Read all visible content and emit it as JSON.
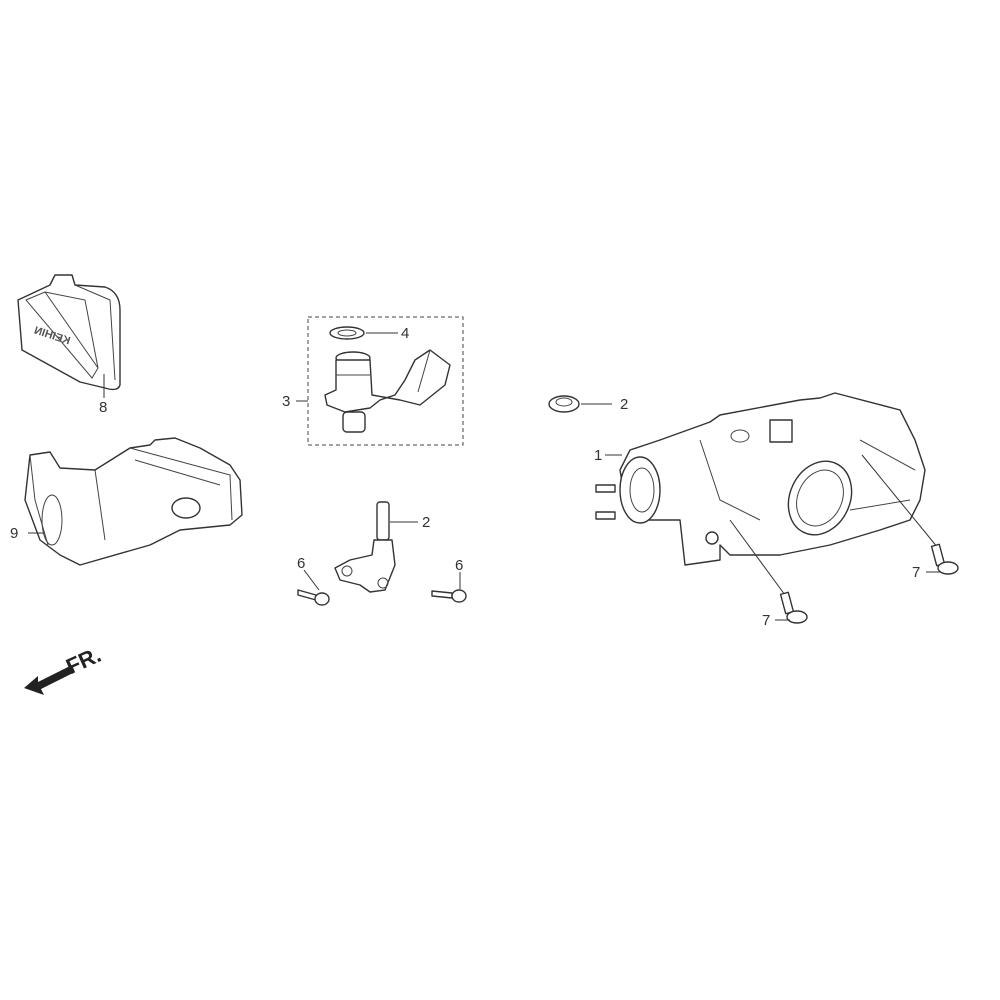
{
  "diagram": {
    "direction_label": "FR.",
    "part8_logo_text": "KEIHIN",
    "callouts": [
      {
        "id": "callout-8",
        "label": "8"
      },
      {
        "id": "callout-9",
        "label": "9"
      },
      {
        "id": "callout-3",
        "label": "3"
      },
      {
        "id": "callout-4",
        "label": "4"
      },
      {
        "id": "callout-2a",
        "label": "2"
      },
      {
        "id": "callout-6a",
        "label": "6"
      },
      {
        "id": "callout-6b",
        "label": "6"
      },
      {
        "id": "callout-2b",
        "label": "2"
      },
      {
        "id": "callout-1",
        "label": "1"
      },
      {
        "id": "callout-7a",
        "label": "7"
      },
      {
        "id": "callout-7b",
        "label": "7"
      }
    ]
  }
}
